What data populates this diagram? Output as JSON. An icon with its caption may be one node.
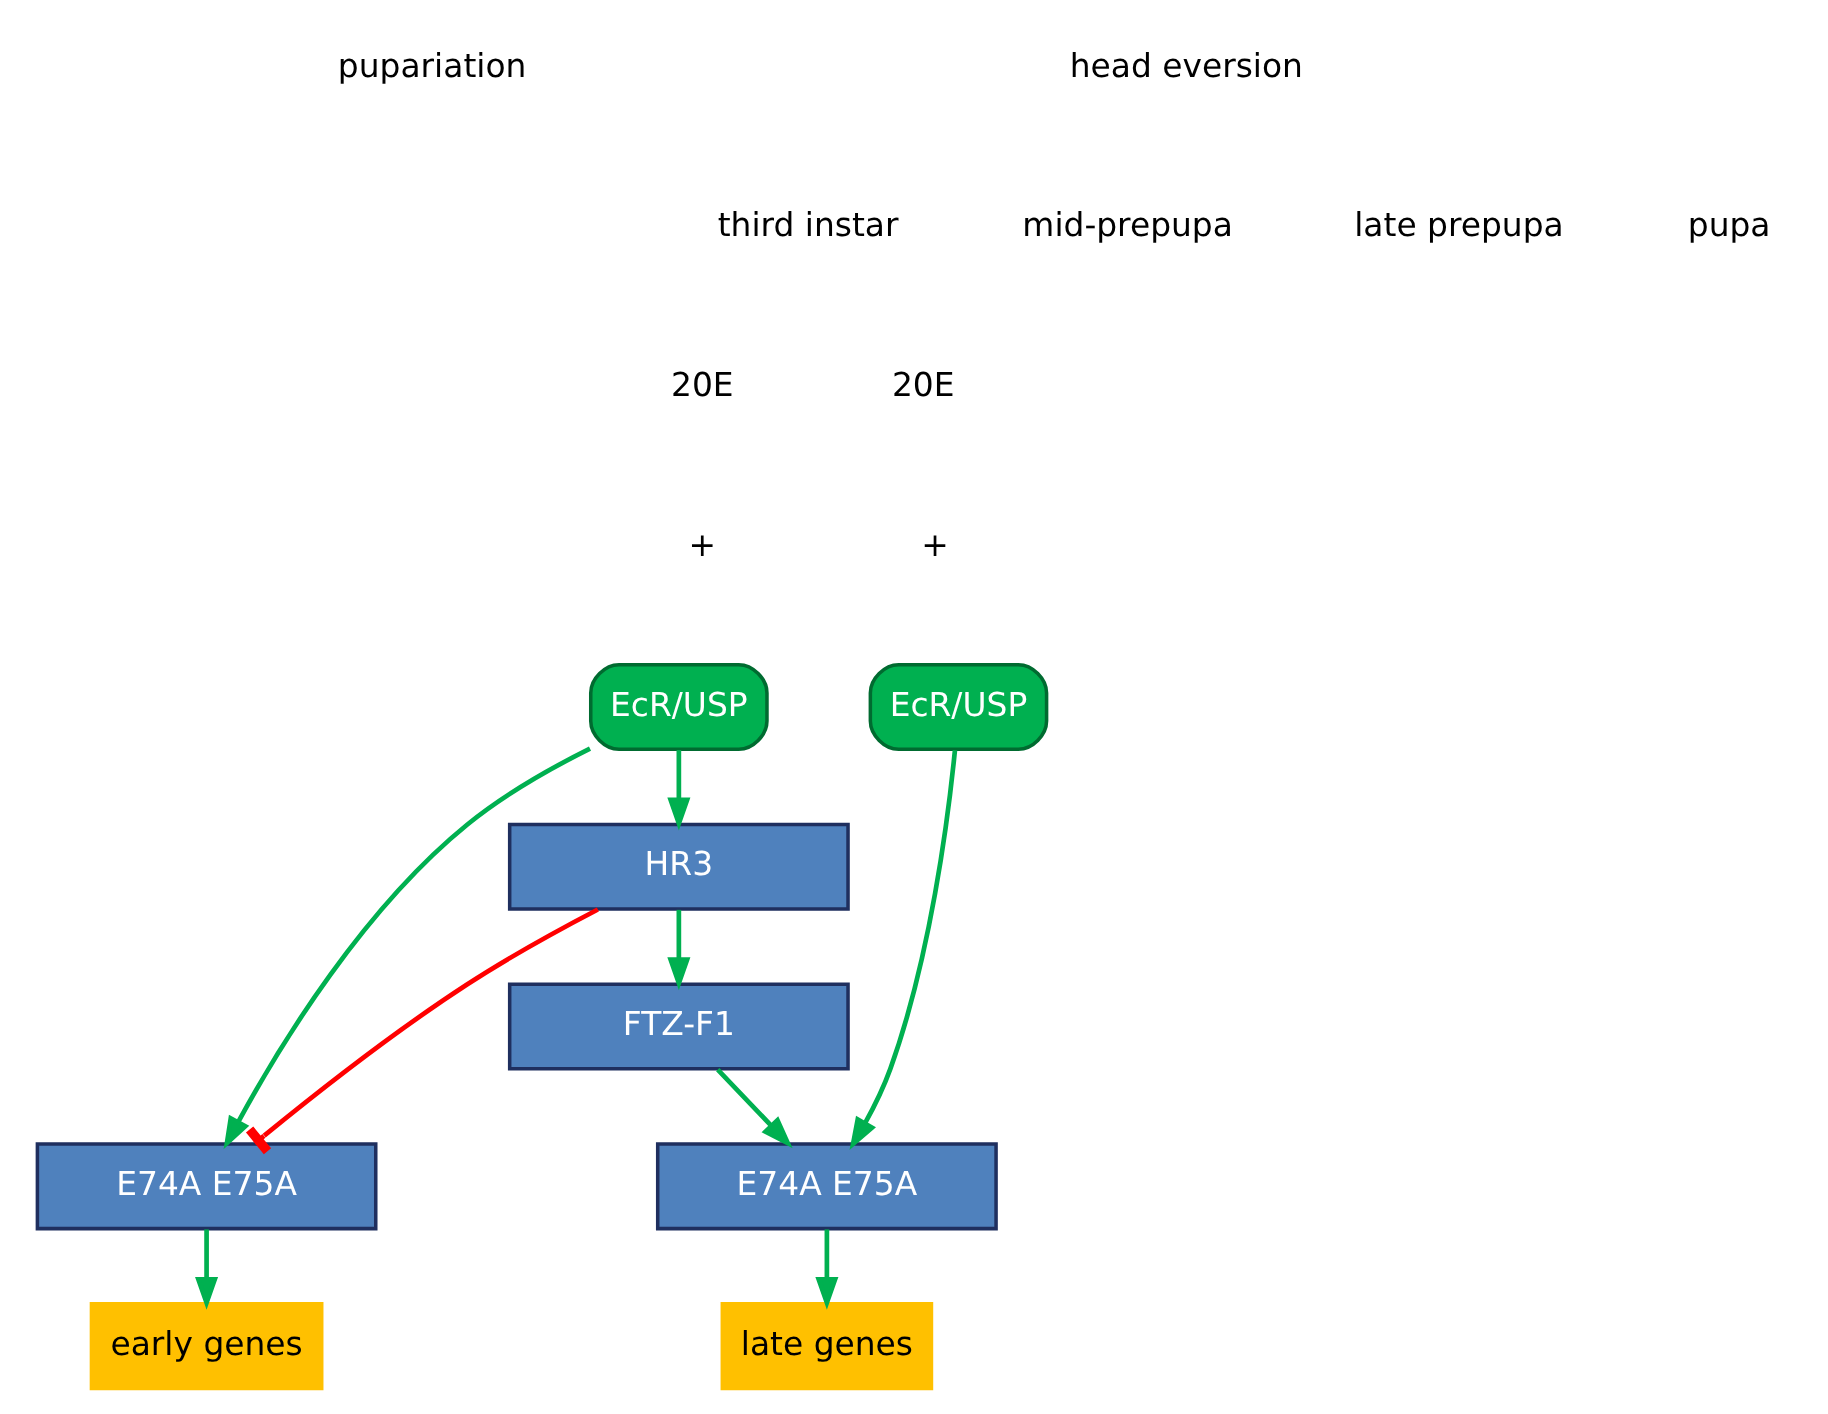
{
  "diagram": {
    "nodes": [
      {
        "text": [
          "EcR/USP"
        ]
      },
      {
        "text": [
          "E74A E75A"
        ]
      },
      {
        "text": [
          "HR3"
        ]
      },
      {
        "text": [
          "FTZ-F1"
        ]
      },
      {
        "text": [
          "EcR/USP"
        ]
      },
      {
        "text": [
          "E74A E75A"
        ]
      },
      {
        "text": [
          "early genes"
        ]
      },
      {
        "text": [
          "late genes"
        ]
      }
    ],
    "edges": [
      {
        "from": 0,
        "to": 1,
        "arrow": "to"
      },
      {
        "from": 0,
        "to": 2,
        "arrow": "to"
      },
      {
        "from": 2,
        "to": 1,
        "arrow": "other",
        "color": "#ff0000"
      },
      {
        "from": 2,
        "to": 3,
        "arrow": "to"
      },
      {
        "from": 3,
        "to": 5,
        "arrow": "to"
      },
      {
        "from": 4,
        "to": 5,
        "arrow": "to"
      },
      {
        "from": 1,
        "to": 6,
        "arrow": "to"
      },
      {
        "from": 5,
        "to": 7,
        "arrow": "to"
      }
    ],
    "labels": [
      "pupariation",
      "head eversion",
      "third instar",
      "mid-prepupa",
      "late prepupa",
      "pupa",
      "20E",
      "20E",
      "+",
      "+"
    ]
  }
}
